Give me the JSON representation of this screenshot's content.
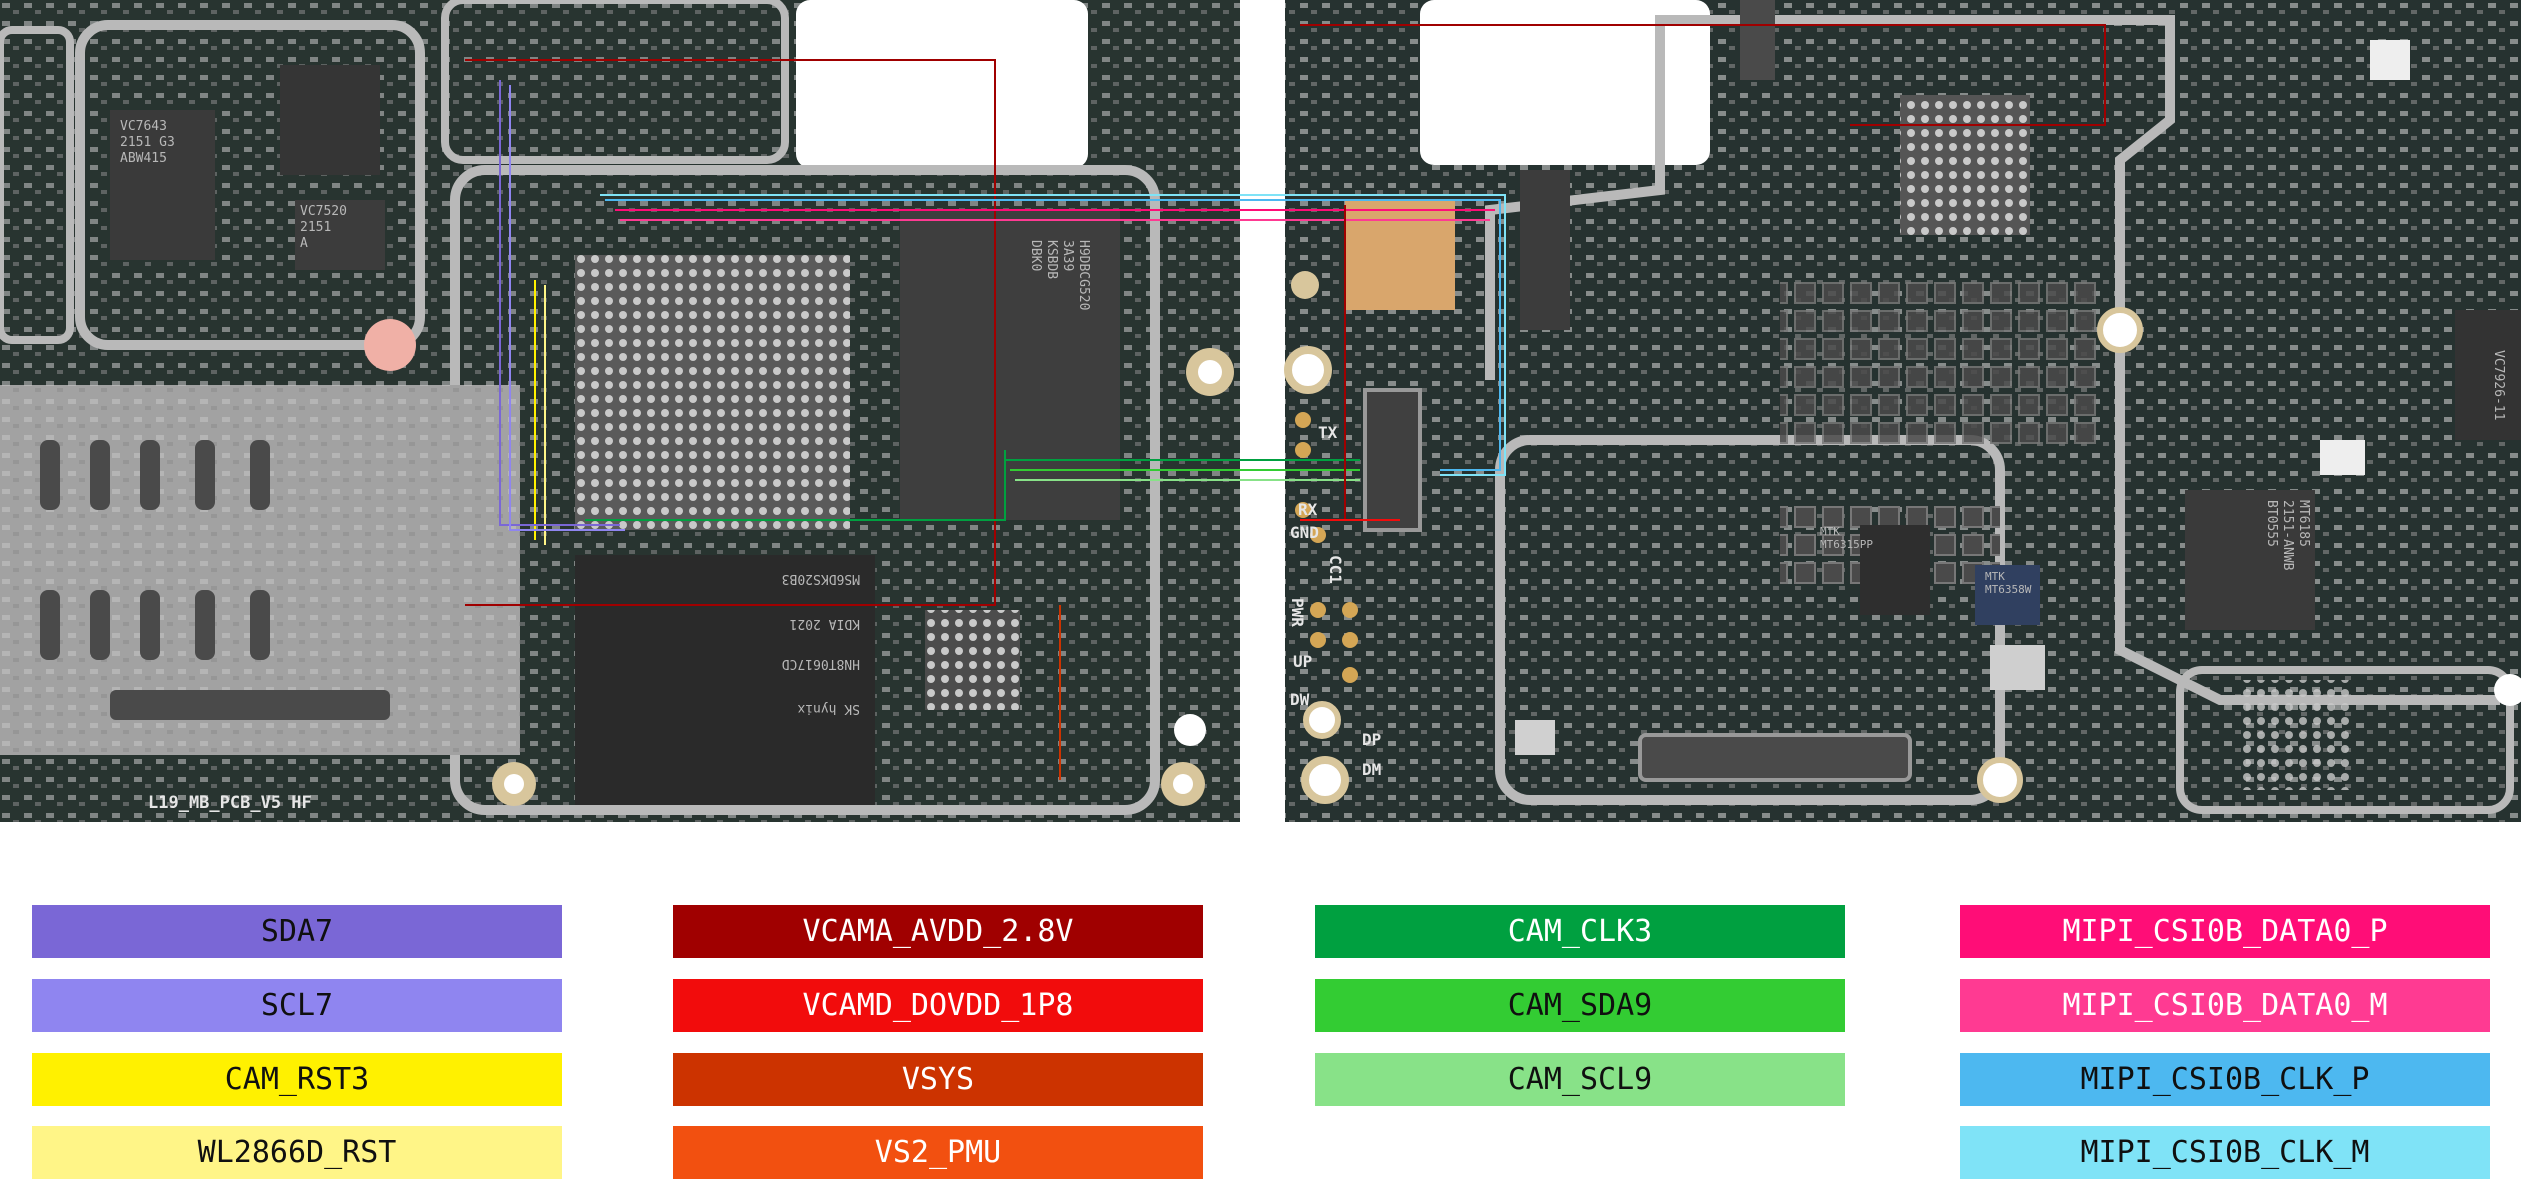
{
  "board": {
    "pcb_label": "L19_MB_PCB_V5 HF",
    "test_points": [
      "TX",
      "RX",
      "GND",
      "CC1",
      "PWR",
      "UP",
      "DW",
      "DP",
      "DM"
    ],
    "chip_marks": {
      "chip_a": [
        "VC7643",
        "2151 G3",
        "ABW415"
      ],
      "chip_b": [
        "VC7520",
        "2151",
        "A"
      ],
      "memory": [
        "H9DBCG520",
        "3A39",
        "KSBDB",
        "DBK0"
      ],
      "hynix": [
        "SK hynix",
        "HN8T0617CD",
        "KDIA 2021",
        "MS6DKS20B3"
      ],
      "mtk_a": [
        "MTK",
        "MT6315PP"
      ],
      "mtk_b": [
        "MTK",
        "MT6358W"
      ],
      "right_chip": [
        "MT6185",
        "2151-ANWB",
        "BT0555"
      ],
      "right_small": [
        "VC7926-11"
      ]
    }
  },
  "legend": {
    "col1": [
      {
        "label": "SDA7",
        "color": "#7a67d6",
        "text_color": "#101010"
      },
      {
        "label": "SCL7",
        "color": "#8f85f0",
        "text_color": "#101010"
      },
      {
        "label": "CAM_RST3",
        "color": "#fff100",
        "text_color": "#101010"
      },
      {
        "label": "WL2866D_RST",
        "color": "#fff587",
        "text_color": "#101010"
      }
    ],
    "col2": [
      {
        "label": "VCAMA_AVDD_2.8V",
        "color": "#a00000",
        "text_color": "#ffffff"
      },
      {
        "label": "VCAMD_DOVDD_1P8",
        "color": "#f20c0c",
        "text_color": "#ffffff"
      },
      {
        "label": "VSYS",
        "color": "#cc3300",
        "text_color": "#ffffff"
      },
      {
        "label": "VS2_PMU",
        "color": "#f25010",
        "text_color": "#ffffff"
      }
    ],
    "col3": [
      {
        "label": "CAM_CLK3",
        "color": "#00a040",
        "text_color": "#ffffff"
      },
      {
        "label": "CAM_SDA9",
        "color": "#33cc33",
        "text_color": "#101010"
      },
      {
        "label": "CAM_SCL9",
        "color": "#88e288",
        "text_color": "#101010"
      }
    ],
    "col4": [
      {
        "label": "MIPI_CSI0B_DATA0_P",
        "color": "#ff0d77",
        "text_color": "#ffffff"
      },
      {
        "label": "MIPI_CSI0B_DATA0_M",
        "color": "#ff3a92",
        "text_color": "#ffffff"
      },
      {
        "label": "MIPI_CSI0B_CLK_P",
        "color": "#4db8f0",
        "text_color": "#101010"
      },
      {
        "label": "MIPI_CSI0B_CLK_M",
        "color": "#7fe3f7",
        "text_color": "#101010"
      }
    ]
  }
}
